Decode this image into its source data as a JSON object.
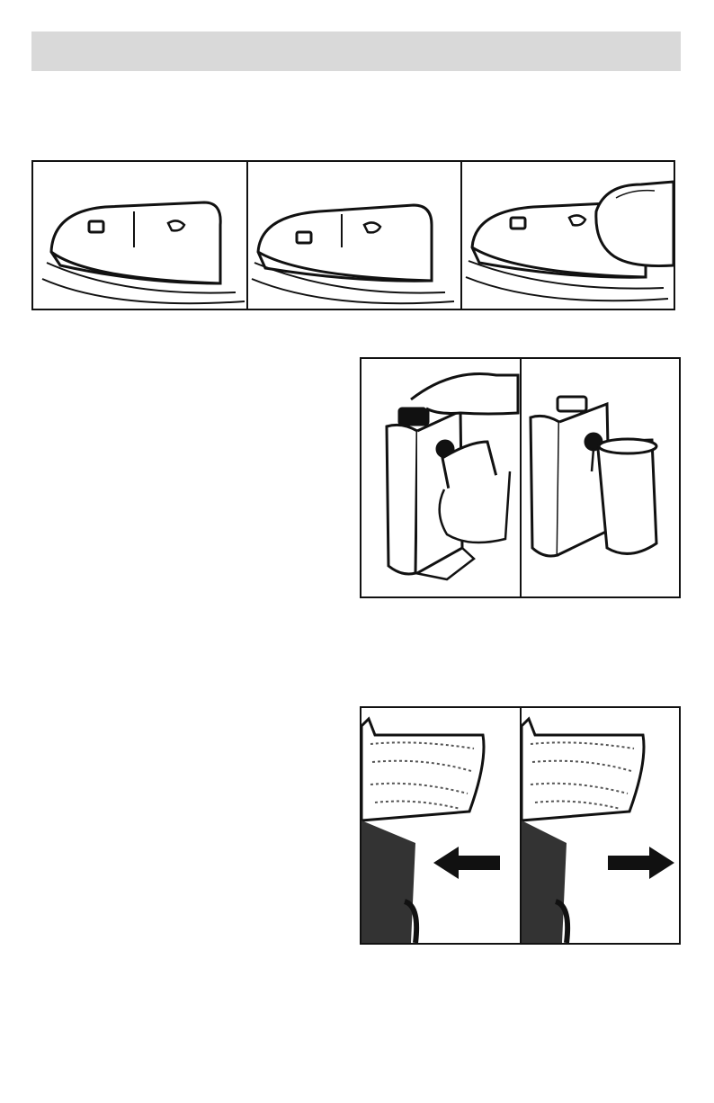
{
  "page": {
    "header": {
      "title": ""
    },
    "colors": {
      "header_bar": "#d9d9d9",
      "ink": "#111111",
      "paper": "#ffffff"
    },
    "figures": [
      {
        "name": "lid-sequence",
        "panels": [
          "lid-panel-1",
          "lid-panel-2",
          "lid-panel-3"
        ]
      },
      {
        "name": "opener-use",
        "panels": [
          "opener-hand-panel",
          "opener-can-panel"
        ]
      },
      {
        "name": "blade-detail",
        "panels": [
          "blade-left-arrow-panel",
          "blade-right-arrow-panel"
        ]
      }
    ]
  }
}
